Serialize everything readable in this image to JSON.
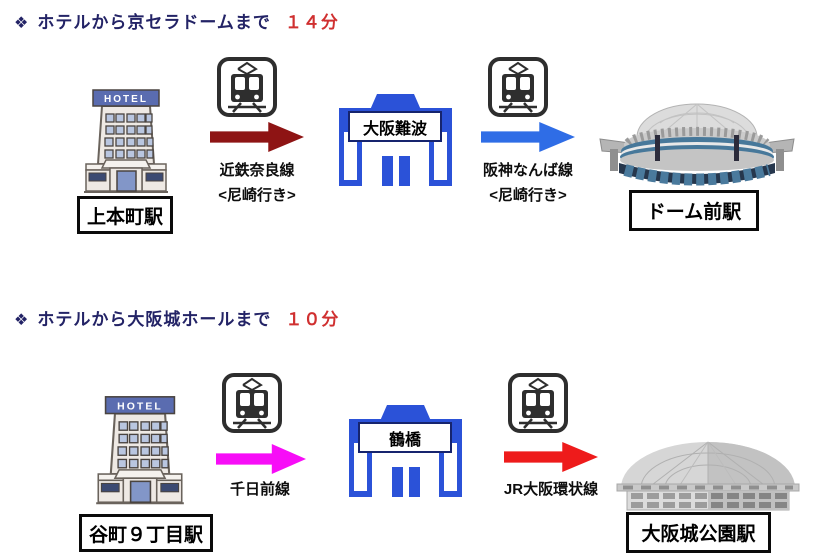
{
  "hotel": {
    "sign": "HOTEL"
  },
  "sections": [
    {
      "header": {
        "bullet": "❖",
        "title": "ホテルから京セラドームまで",
        "duration": "１４分"
      },
      "origin": {
        "label": "上本町駅"
      },
      "leg1": {
        "line": "近鉄奈良線",
        "direction": "<尼崎行き>",
        "arrow_color": "#8e1414"
      },
      "via": {
        "label": "大阪難波"
      },
      "leg2": {
        "line": "阪神なんば線",
        "direction": "<尼崎行き>",
        "arrow_color": "#2f6de6"
      },
      "destination": {
        "label": "ドーム前駅"
      }
    },
    {
      "header": {
        "bullet": "❖",
        "title": "ホテルから大阪城ホールまで",
        "duration": "１０分"
      },
      "origin": {
        "label": "谷町９丁目駅"
      },
      "leg1": {
        "line": "千日前線",
        "direction": "",
        "arrow_color": "#f70df7"
      },
      "via": {
        "label": "鶴橋"
      },
      "leg2": {
        "line": "JR大阪環状線",
        "direction": "",
        "arrow_color": "#ee1b1b"
      },
      "destination": {
        "label": "大阪城公園駅"
      }
    }
  ],
  "colors": {
    "header_text": "#232366",
    "duration_text": "#d03030",
    "station_blue": "#2b52d8",
    "dome_band_blue": "#47789a",
    "label_border": "#0a0a0a"
  }
}
